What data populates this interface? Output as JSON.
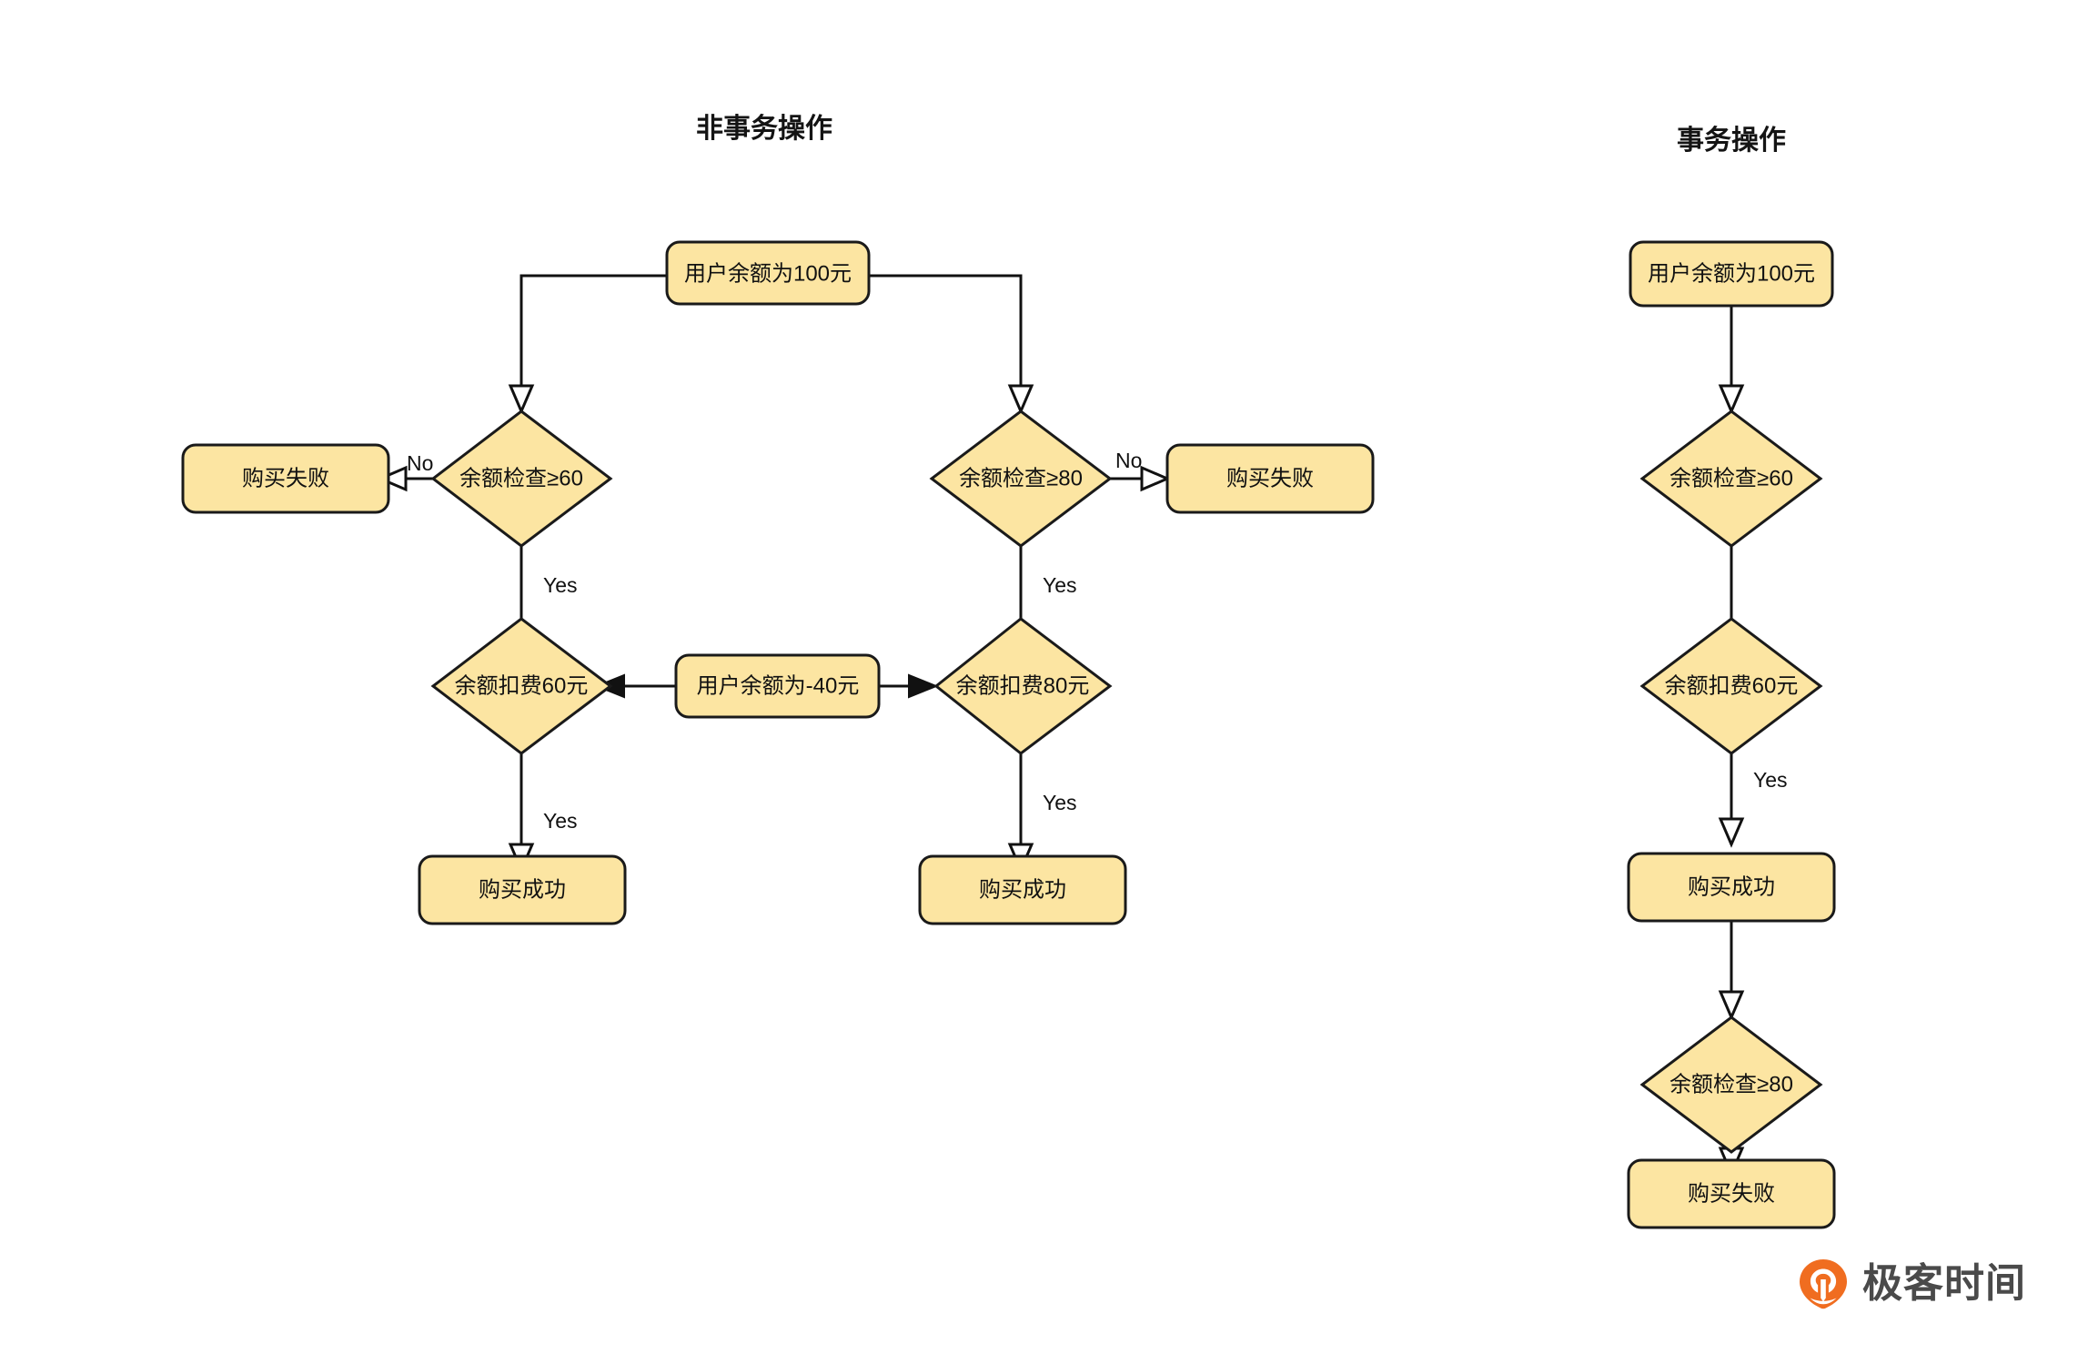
{
  "diagram": {
    "titles": {
      "left": "非事务操作",
      "right": "事务操作"
    },
    "colors": {
      "node_fill": "#FCE5A2",
      "node_stroke": "#1a1a1a",
      "edge_stroke": "#111111",
      "background": "#ffffff",
      "brand_orange": "#F06D20",
      "brand_text": "#4a4a4a"
    },
    "left_flow": {
      "start": "用户余额为100元",
      "check_60": "余额检查≥60",
      "check_80": "余额检查≥80",
      "fail_left": "购买失败",
      "fail_right": "购买失败",
      "deduct_60": "余额扣费60元",
      "deduct_80": "余额扣费80元",
      "middle_note": "用户余额为-40元",
      "success_left": "购买成功",
      "success_right": "购买成功",
      "labels": {
        "no_left": "No",
        "no_right": "No",
        "yes_check60": "Yes",
        "yes_check80": "Yes",
        "yes_deduct60": "Yes",
        "yes_deduct80": "Yes"
      }
    },
    "right_flow": {
      "start": "用户余额为100元",
      "check_60": "余额检查≥60",
      "deduct_60": "余额扣费60元",
      "success": "购买成功",
      "check_80": "余额检查≥80",
      "fail": "购买失败",
      "labels": {
        "yes_deduct60": "Yes"
      }
    },
    "brand": {
      "name": "极客时间"
    }
  }
}
